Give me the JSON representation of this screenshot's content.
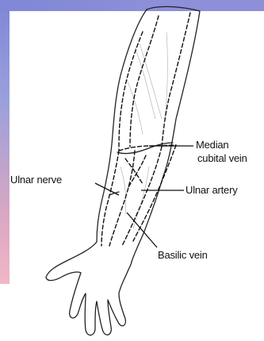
{
  "labels": {
    "median_cubital_vein_line1": "Median",
    "median_cubital_vein_line2": "cubital vein",
    "ulnar_nerve": "Ulnar nerve",
    "ulnar_artery": "Ulnar artery",
    "basilic_vein": "Basilic vein"
  },
  "colors": {
    "left_band_top": "#7f86d6",
    "left_band_bottom": "#f2b6c6",
    "top_band": "#8087d6",
    "ink": "#111111"
  }
}
